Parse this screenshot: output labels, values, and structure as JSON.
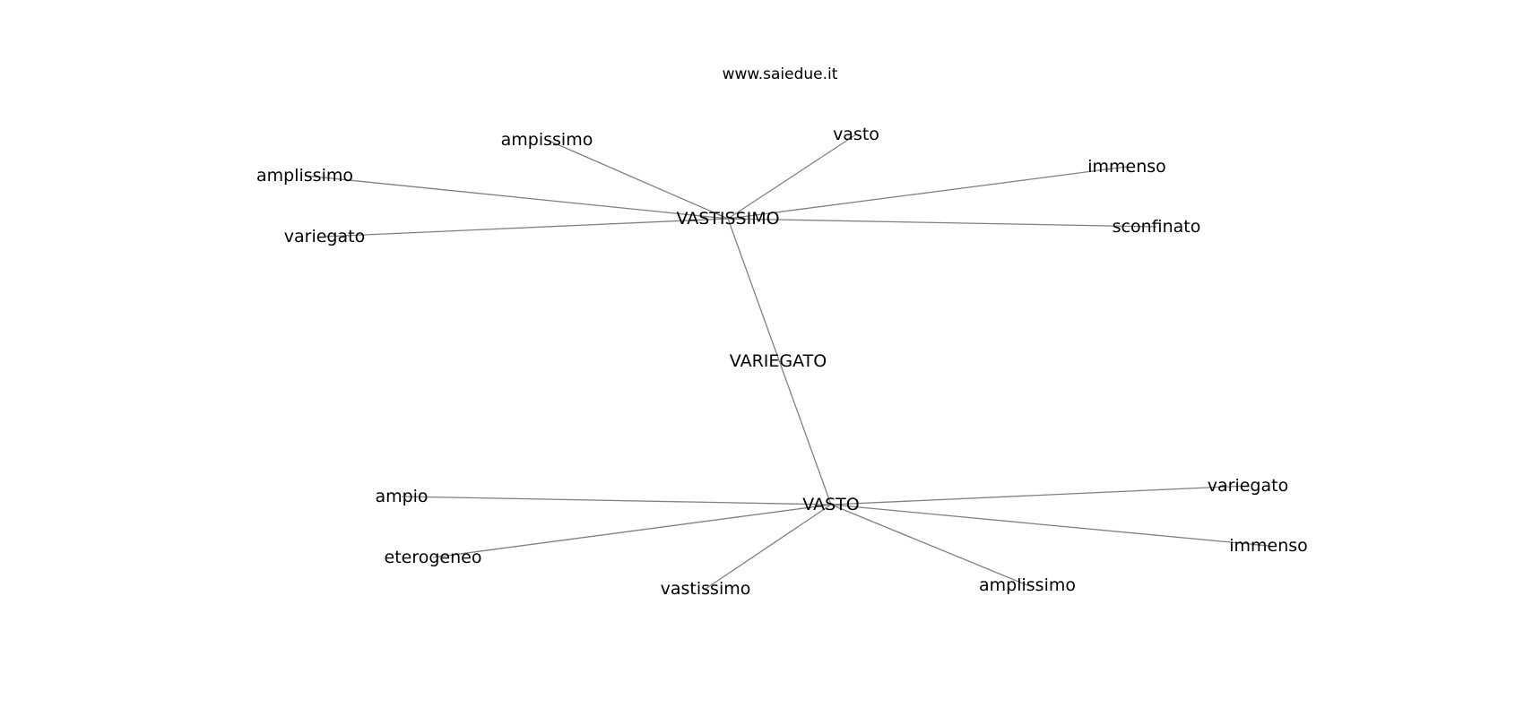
{
  "site": "www.saiedue.it",
  "colors": {
    "edge": "#808080",
    "text": "#000000",
    "background": "#ffffff"
  },
  "nodes": [
    {
      "id": "vastissimo_hub",
      "label": "VASTISSIMO"
    },
    {
      "id": "variegato_hub",
      "label": "VARIEGATO"
    },
    {
      "id": "vasto_hub",
      "label": "VASTO"
    },
    {
      "id": "n_ampissimo",
      "label": "ampissimo"
    },
    {
      "id": "n_vasto",
      "label": "vasto"
    },
    {
      "id": "n_immenso_top",
      "label": "immenso"
    },
    {
      "id": "n_amplissimo_top",
      "label": "amplissimo"
    },
    {
      "id": "n_variegato_top",
      "label": "variegato"
    },
    {
      "id": "n_sconfinato",
      "label": "sconfinato"
    },
    {
      "id": "n_ampio",
      "label": "ampio"
    },
    {
      "id": "n_eterogeneo",
      "label": "eterogeneo"
    },
    {
      "id": "n_vastissimo",
      "label": "vastissimo"
    },
    {
      "id": "n_amplissimo_bottom",
      "label": "amplissimo"
    },
    {
      "id": "n_variegato_bottom",
      "label": "variegato"
    },
    {
      "id": "n_immenso_bottom",
      "label": "immenso"
    }
  ],
  "edges": [
    [
      "vastissimo_hub",
      "n_ampissimo"
    ],
    [
      "vastissimo_hub",
      "n_vasto"
    ],
    [
      "vastissimo_hub",
      "n_immenso_top"
    ],
    [
      "vastissimo_hub",
      "n_amplissimo_top"
    ],
    [
      "vastissimo_hub",
      "n_variegato_top"
    ],
    [
      "vastissimo_hub",
      "n_sconfinato"
    ],
    [
      "vastissimo_hub",
      "vasto_hub"
    ],
    [
      "vasto_hub",
      "n_ampio"
    ],
    [
      "vasto_hub",
      "n_eterogeneo"
    ],
    [
      "vasto_hub",
      "n_vastissimo"
    ],
    [
      "vasto_hub",
      "n_amplissimo_bottom"
    ],
    [
      "vasto_hub",
      "n_variegato_bottom"
    ],
    [
      "vasto_hub",
      "n_immenso_bottom"
    ]
  ]
}
